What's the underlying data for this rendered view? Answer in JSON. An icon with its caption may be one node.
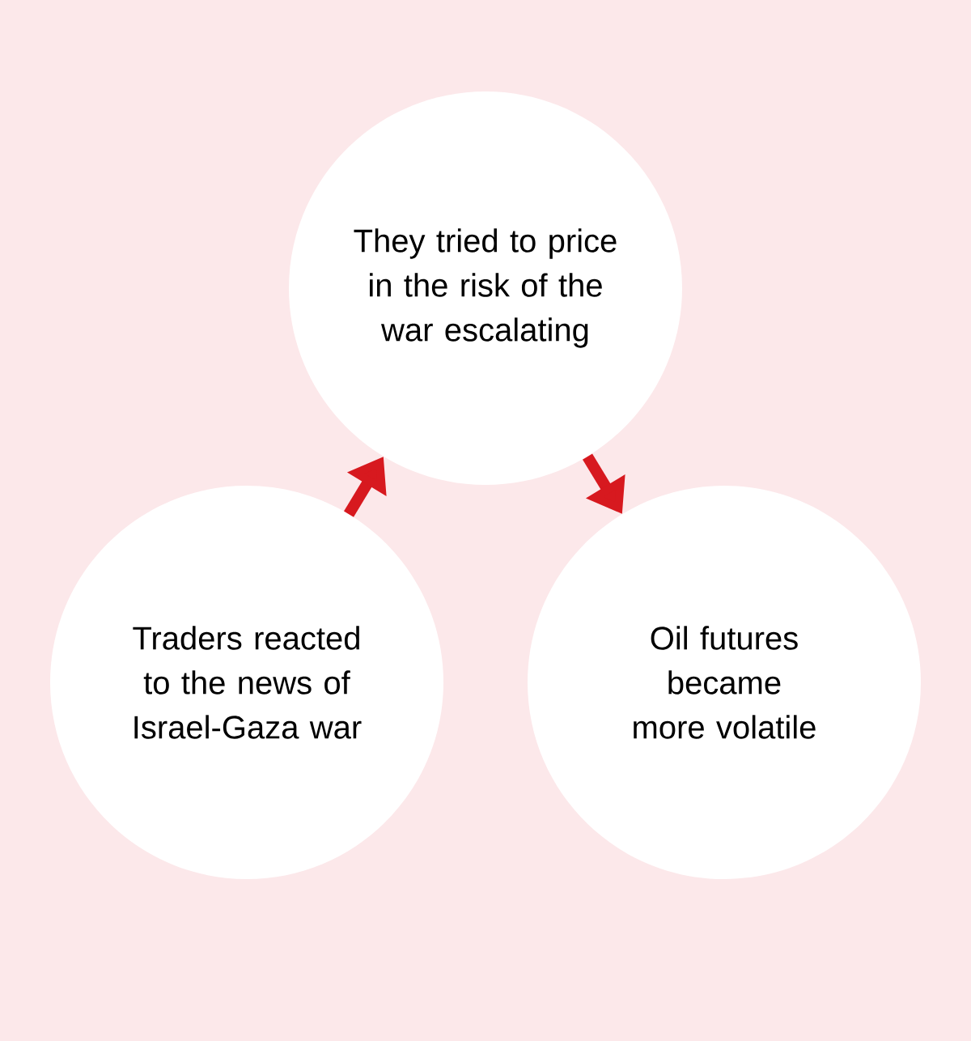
{
  "diagram": {
    "nodes": [
      {
        "text": [
          "Traders reacted to the news of Israel-Gaza war"
        ]
      },
      {
        "text": [
          "They tried to price in the risk of the war escalating"
        ]
      },
      {
        "text": [
          "Oil futures became more volatile"
        ]
      }
    ],
    "edges": [
      {
        "from": 0,
        "to": 1,
        "arrow": "to"
      },
      {
        "from": 1,
        "to": 2,
        "arrow": "to"
      }
    ]
  }
}
